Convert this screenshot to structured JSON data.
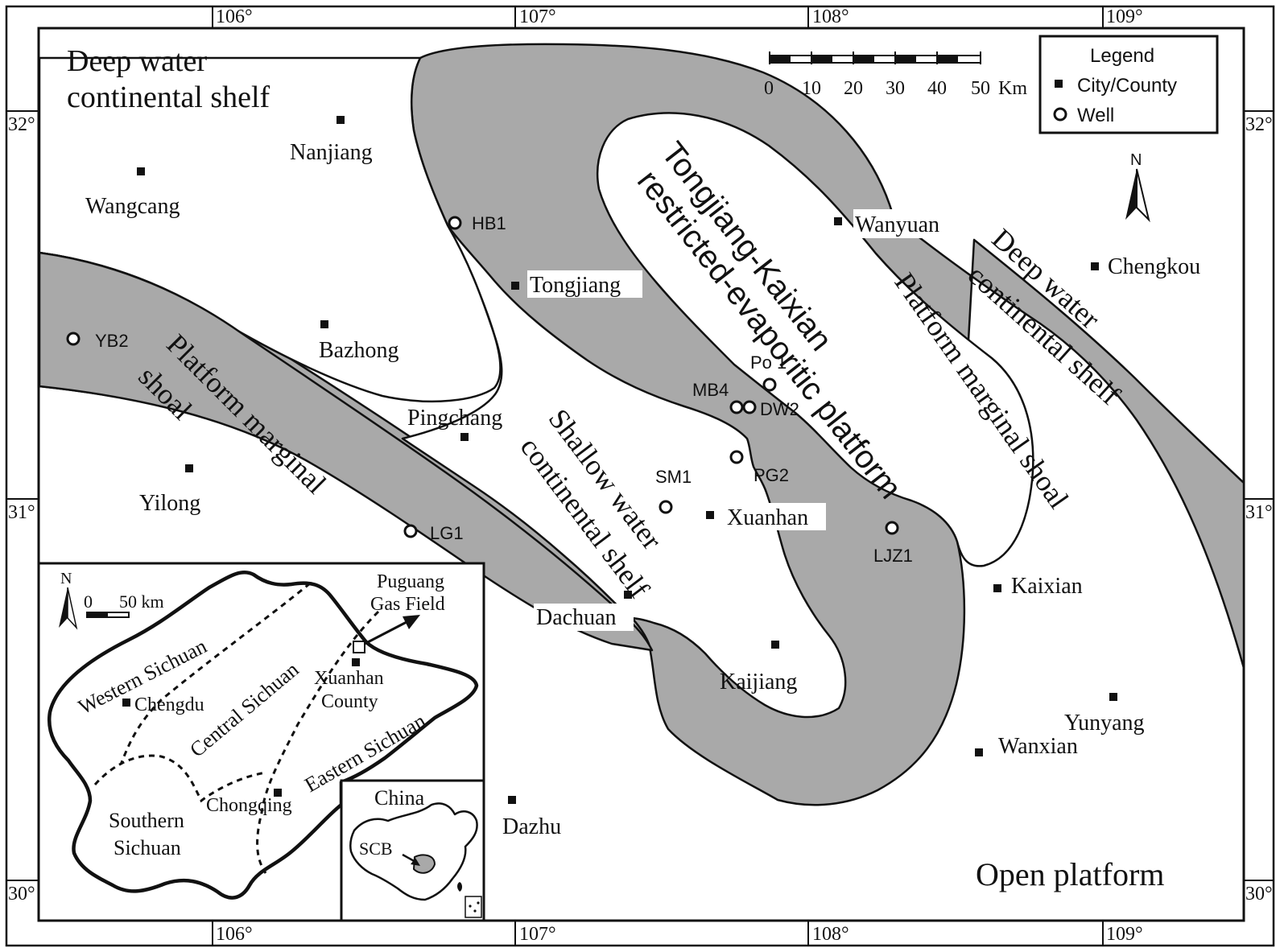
{
  "coordinates": {
    "lon_top": [
      "106°",
      "107°",
      "108°",
      "109°"
    ],
    "lon_bottom": [
      "106°",
      "107°",
      "108°",
      "109°"
    ],
    "lat_left": [
      "32°",
      "31°",
      "30°"
    ],
    "lat_right": [
      "32°",
      "31°",
      "30°"
    ]
  },
  "zones": {
    "deep_water_nw_line1": "Deep water",
    "deep_water_nw_line2": "continental shelf",
    "deep_water_ne_line1": "Deep water",
    "deep_water_ne_line2": "continental shelf",
    "restricted_line1": "Tongjiang-Kaixian",
    "restricted_line2": "restricted-evaporitic platform",
    "pm_shoal_w_line1": "Platform marginal",
    "pm_shoal_w_line2": "shoal",
    "pm_shoal_e": "Platform marginal shoal",
    "shallow_line1": "Shallow water",
    "shallow_line2": "continental shelf",
    "open_platform": "Open platform"
  },
  "cities": {
    "nanjiang": "Nanjiang",
    "wangcang": "Wangcang",
    "tongjiang": "Tongjiang",
    "bazhong": "Bazhong",
    "pingchang": "Pingchang",
    "yilong": "Yilong",
    "wanyuan": "Wanyuan",
    "chengkou": "Chengkou",
    "xuanhan": "Xuanhan",
    "dachuan": "Dachuan",
    "kaijiang": "Kaijiang",
    "kaixian": "Kaixian",
    "yunyang": "Yunyang",
    "wanxian": "Wanxian",
    "dazhu": "Dazhu"
  },
  "wells": {
    "hb1": "HB1",
    "yb2": "YB2",
    "lg1": "LG1",
    "sm1": "SM1",
    "mb4": "MB4",
    "po1": "Po 1",
    "dw2": "DW2",
    "pg2": "PG2",
    "ljz1": "LJZ1"
  },
  "scale_bar": {
    "ticks": [
      "0",
      "10",
      "20",
      "30",
      "40",
      "50"
    ],
    "unit": "Km"
  },
  "legend": {
    "title": "Legend",
    "city": "City/County",
    "well": "Well"
  },
  "north": "N",
  "inset": {
    "north": "N",
    "scale_zero": "0",
    "scale_label": "50 km",
    "field_line1": "Puguang",
    "field_line2": "Gas Field",
    "western": "Western Sichuan",
    "central": "Central Sichuan",
    "eastern": "Eastern Sichuan",
    "southern_line1": "Southern",
    "southern_line2": "Sichuan",
    "chengdu": "Chengdu",
    "chongqing": "Chongqing",
    "xuanhan_line1": "Xuanhan",
    "xuanhan_line2": "County",
    "china": "China",
    "scb": "SCB"
  },
  "colors": {
    "shoal_fill": "#a9a9a9",
    "line": "#111111",
    "background": "#ffffff"
  }
}
